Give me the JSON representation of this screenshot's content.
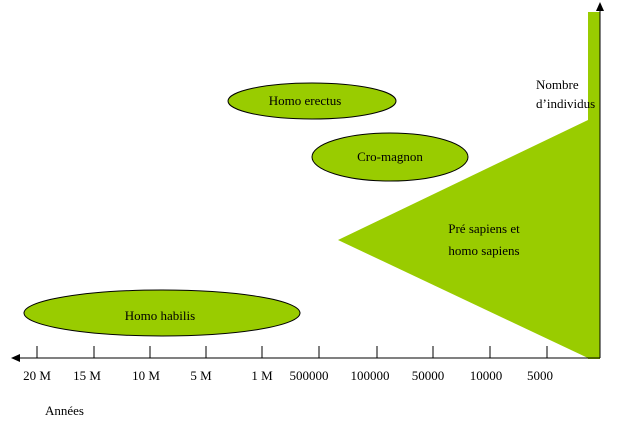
{
  "colors": {
    "fill": "#99cc00",
    "stroke": "#000000",
    "axis": "#000000"
  },
  "axis": {
    "x_label": "Années",
    "y_label_line1": "Nombre",
    "y_label_line2": "d’individus",
    "ticks": [
      "20 M",
      "15 M",
      "10 M",
      "5 M",
      "1 M",
      "500000",
      "100000",
      "50000",
      "10000",
      "5000"
    ]
  },
  "shapes": {
    "homo_erectus": "Homo erectus",
    "cro_magnon": "Cro-magnon",
    "homo_habilis": "Homo habilis",
    "sapiens_line1": "Pré sapiens et",
    "sapiens_line2": "homo sapiens"
  }
}
